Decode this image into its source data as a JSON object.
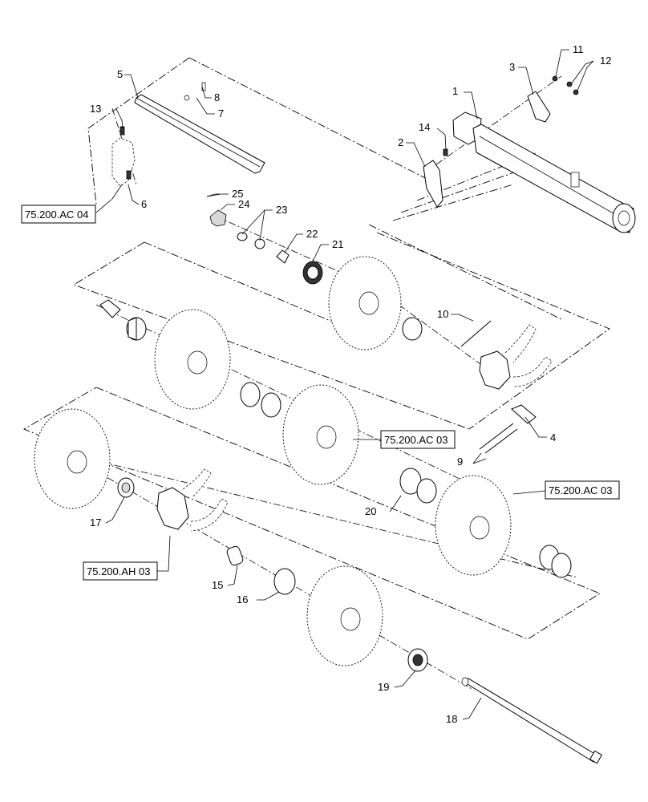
{
  "diagram": {
    "callouts": {
      "c1": "1",
      "c2": "2",
      "c3": "3",
      "c4": "4",
      "c5": "5",
      "c6": "6",
      "c7": "7",
      "c8": "8",
      "c9": "9",
      "c10": "10",
      "c11": "11",
      "c12": "12",
      "c13": "13",
      "c14": "14",
      "c15": "15",
      "c16": "16",
      "c17": "17",
      "c18": "18",
      "c19": "19",
      "c20": "20",
      "c21": "21",
      "c22": "22",
      "c23": "23",
      "c24": "24",
      "c25": "25"
    },
    "references": {
      "ref_ac04": "75.200.AC 04",
      "ref_ac03_a": "75.200.AC 03",
      "ref_ac03_b": "75.200.AC 03",
      "ref_ah03": "75.200.AH 03"
    }
  }
}
